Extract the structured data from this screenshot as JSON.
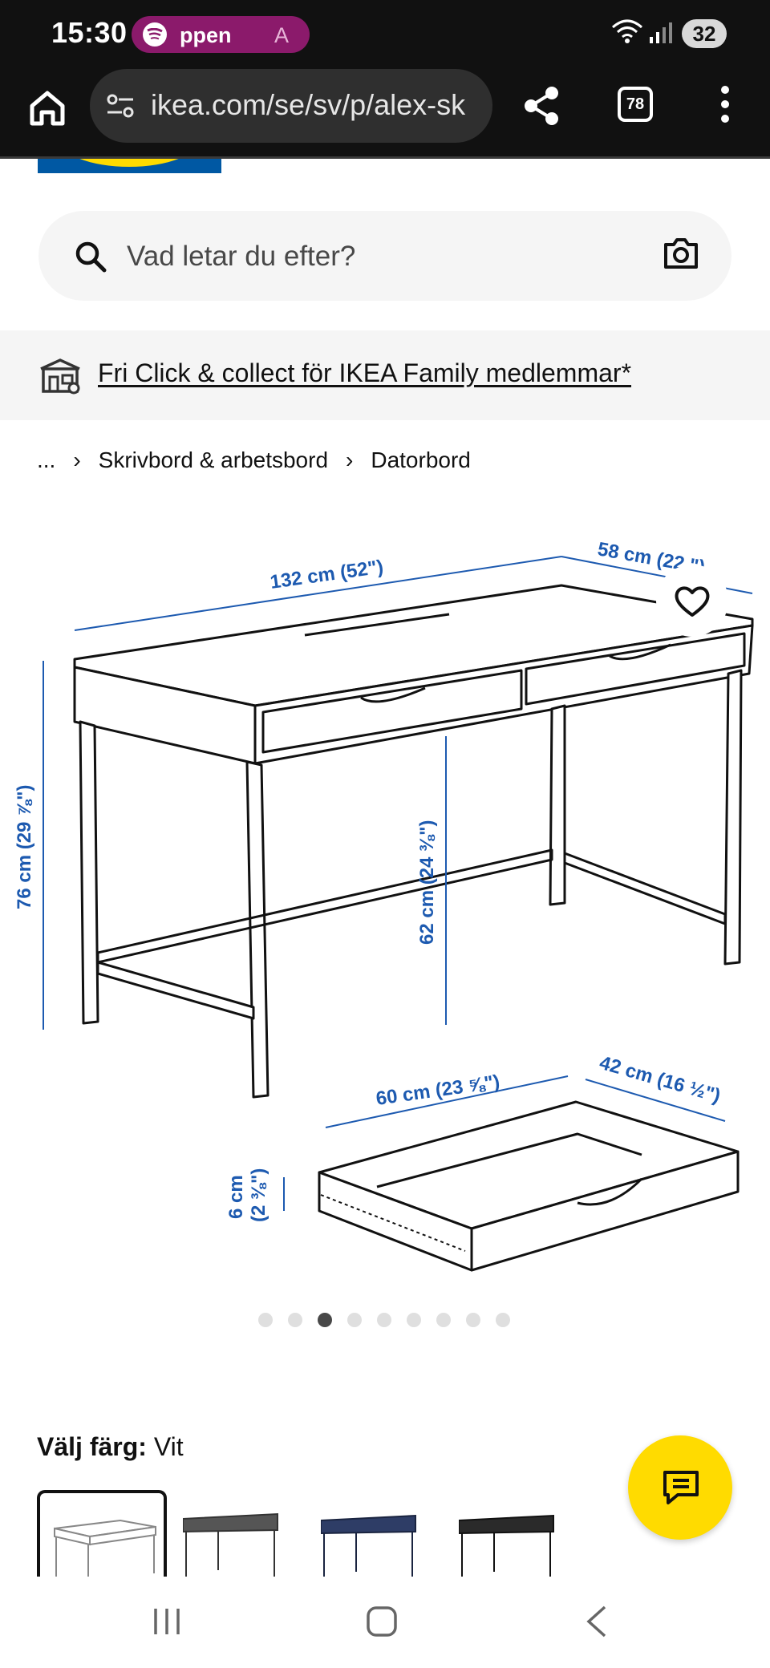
{
  "status_bar": {
    "time": "15:30",
    "notification_text": "ppen",
    "notification_suffix": "A",
    "notification_icon": "spotify-icon",
    "battery": "32"
  },
  "browser": {
    "url": "ikea.com/se/sv/p/alex-sk",
    "tab_count": "78"
  },
  "search": {
    "placeholder": "Vad letar du efter?"
  },
  "banner": {
    "text": "Fri Click & collect för IKEA Family medlemmar*"
  },
  "breadcrumb": {
    "items": [
      "...",
      "Skrivbord & arbetsbord",
      "Datorbord"
    ]
  },
  "product_image": {
    "dimensions": {
      "width": "132 cm (52\")",
      "depth": "58 cm (22 \")",
      "height": "76 cm (29 ⅞\")",
      "under_clearance": "62 cm (24 ⅜\")",
      "drawer_width": "60 cm (23 ⅝\")",
      "drawer_depth": "42 cm (16 ½\")",
      "drawer_height_cm": "6 cm",
      "drawer_height_in": "(2 ⅜\")"
    },
    "dot_count": 9,
    "active_dot": 2
  },
  "color_picker": {
    "label": "Välj färg:",
    "value": "Vit",
    "swatches": [
      "white",
      "dark-grey",
      "blue",
      "black"
    ]
  },
  "colors": {
    "ikea_blue": "#0058a3",
    "ikea_yellow": "#ffdb00",
    "dimension_blue": "#1d5ab0"
  }
}
